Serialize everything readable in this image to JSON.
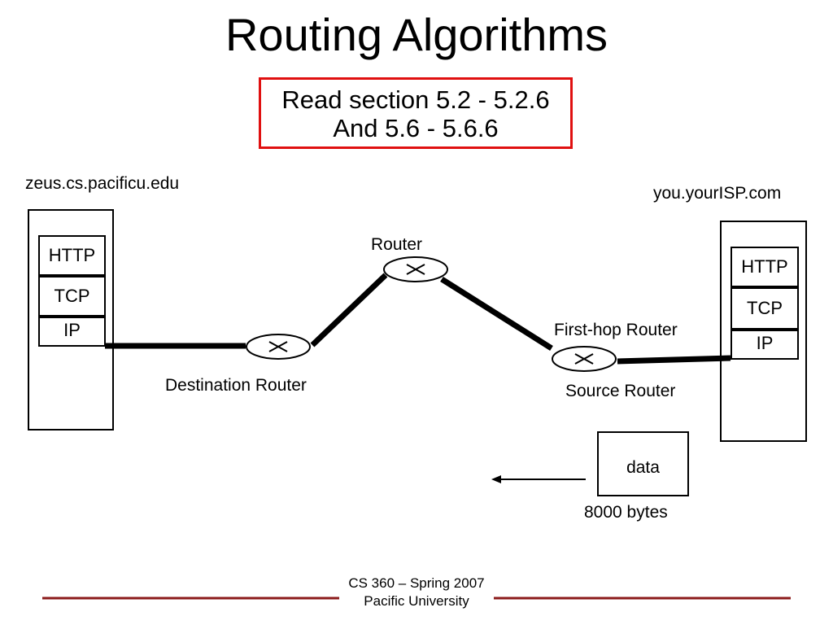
{
  "slide": {
    "title": "Routing Algorithms",
    "note_line1": "Read section 5.2 - 5.2.6",
    "note_line2": "And 5.6 - 5.6.6"
  },
  "hosts": {
    "destination": {
      "name": "zeus.cs.pacificu.edu",
      "layers": [
        "HTTP",
        "TCP",
        "IP"
      ]
    },
    "source": {
      "name": "you.yourISP.com",
      "layers": [
        "HTTP",
        "TCP",
        "IP"
      ]
    }
  },
  "routers": {
    "middle": "Router",
    "first_hop": "First-hop Router",
    "destination": "Destination Router",
    "source": "Source Router"
  },
  "packet": {
    "label": "data",
    "size": "8000 bytes"
  },
  "footer": {
    "course": "CS 360 – Spring 2007",
    "school": "Pacific University"
  },
  "colors": {
    "note_border": "#e01010",
    "footer_rule": "#8b1a1a"
  }
}
